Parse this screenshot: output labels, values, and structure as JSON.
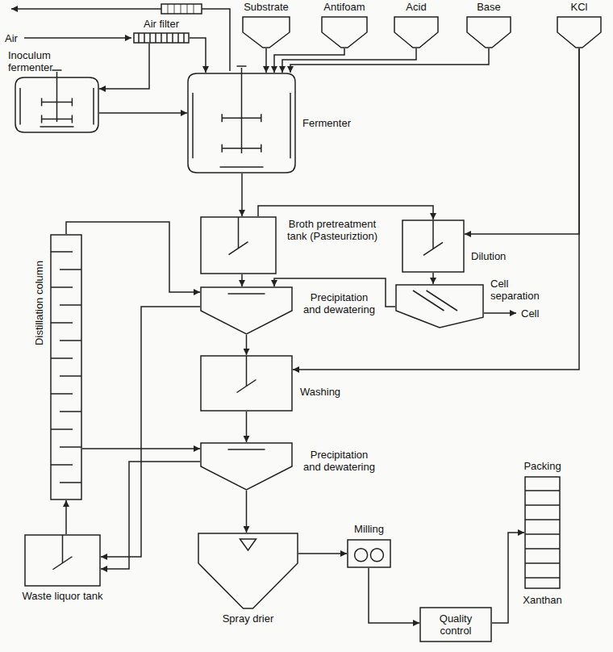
{
  "diagram": {
    "nodes": [
      {
        "text": [
          "Substrate"
        ]
      },
      {
        "text": [
          "Antifoam"
        ]
      },
      {
        "text": [
          "Acid"
        ]
      },
      {
        "text": [
          "Base"
        ]
      },
      {
        "text": [
          "KCl"
        ]
      },
      {
        "text": [
          "Air filter"
        ]
      },
      {
        "text": [
          "Inoculum fermenter"
        ]
      },
      {
        "text": [
          "Fermenter"
        ]
      },
      {
        "text": [
          "Broth pretreatment tank (Pasteuriztion)"
        ]
      },
      {
        "text": [
          "Dilution"
        ]
      },
      {
        "text": [
          "Precipitation and dewatering"
        ]
      },
      {
        "text": [
          "Cell separation"
        ]
      },
      {
        "text": [
          "Distillation column"
        ]
      },
      {
        "text": [
          "Washing"
        ]
      },
      {
        "text": [
          "Precipitation and dewatering"
        ]
      },
      {
        "text": [
          "Milling"
        ]
      },
      {
        "text": [
          "Waste liquor tank"
        ]
      },
      {
        "text": [
          "Spray drier"
        ]
      },
      {
        "text": [
          "Quality control"
        ]
      },
      {
        "text": [
          "Packing",
          "Xanthan"
        ]
      }
    ],
    "edges": [
      {
        "from": 0,
        "to": 7,
        "arrow": "to"
      },
      {
        "from": 1,
        "to": 7,
        "arrow": "to"
      },
      {
        "from": 2,
        "to": 7,
        "arrow": "to"
      },
      {
        "from": 3,
        "to": 7,
        "arrow": "to"
      },
      {
        "from": 4,
        "to": 9,
        "arrow": "to"
      },
      {
        "from": 4,
        "to": 13,
        "arrow": "to"
      },
      {
        "from": 5,
        "to": 6,
        "arrow": "to"
      },
      {
        "from": 5,
        "to": 7,
        "arrow": "to"
      },
      {
        "from": 6,
        "to": 7,
        "arrow": "to"
      },
      {
        "from": 7,
        "to": 8,
        "arrow": "to"
      },
      {
        "from": 8,
        "to": 9,
        "arrow": "to"
      },
      {
        "from": 9,
        "to": 11,
        "arrow": "to"
      },
      {
        "from": 11,
        "to": 10,
        "arrow": "to"
      },
      {
        "from": 8,
        "to": 10,
        "arrow": "to"
      },
      {
        "from": 10,
        "to": 13,
        "arrow": "to"
      },
      {
        "from": 13,
        "to": 14,
        "arrow": "to"
      },
      {
        "from": 14,
        "to": 17,
        "arrow": "to"
      },
      {
        "from": 17,
        "to": 15,
        "arrow": "to"
      },
      {
        "from": 15,
        "to": 18,
        "arrow": "to"
      },
      {
        "from": 18,
        "to": 19,
        "arrow": "to"
      },
      {
        "from": 10,
        "to": 16,
        "arrow": "to"
      },
      {
        "from": 14,
        "to": 16,
        "arrow": "to"
      },
      {
        "from": 16,
        "to": 12,
        "arrow": "to"
      },
      {
        "from": 12,
        "to": 10,
        "arrow": "to"
      },
      {
        "from": 12,
        "to": 14,
        "arrow": "to"
      }
    ],
    "labels": [
      "Air",
      "Cell"
    ]
  }
}
